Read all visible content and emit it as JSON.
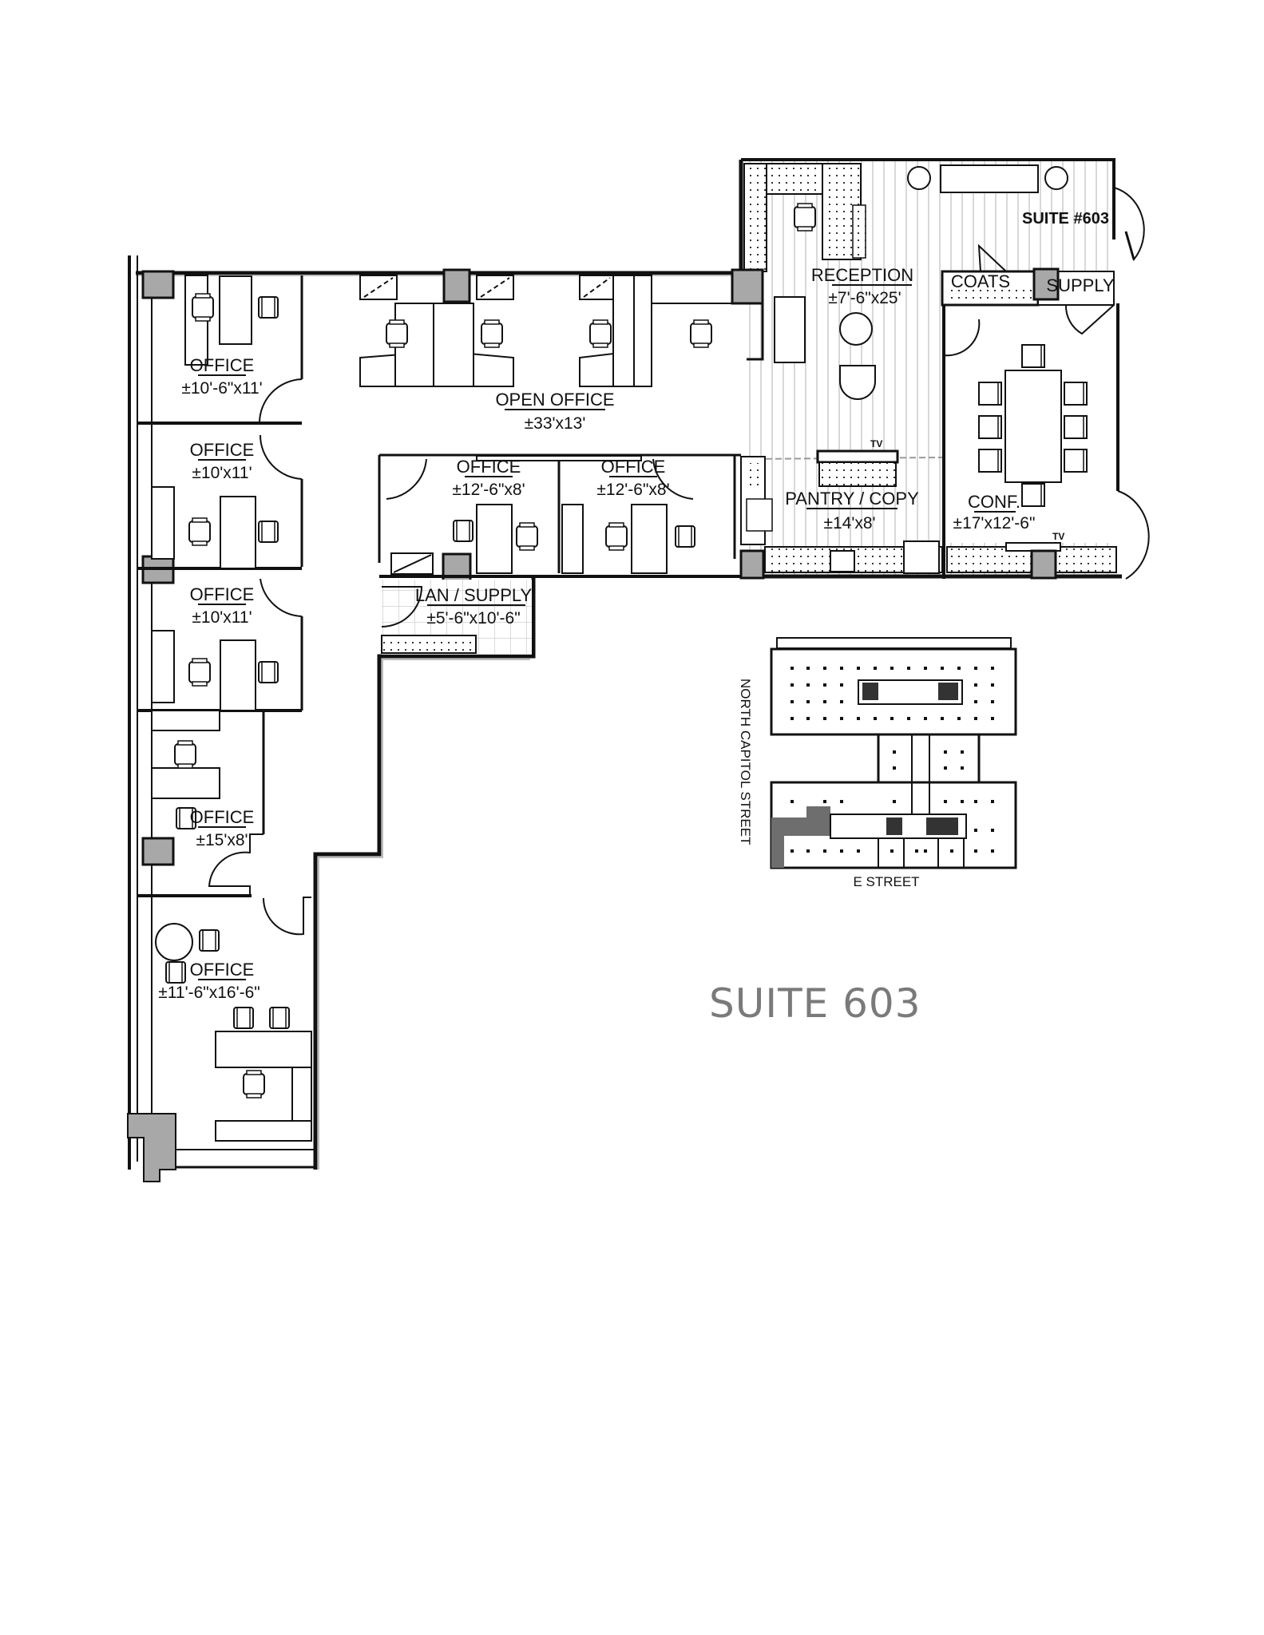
{
  "plan": {
    "suite_label": "SUITE #603",
    "caption": "SUITE 603",
    "colors": {
      "column": "#a8a8a8",
      "wall": "#111111",
      "wall_fill": "#bbbbbb",
      "caption": "#7a7a7a",
      "stripe": "#d8d8d8"
    },
    "rooms": [
      {
        "name": "OFFICE",
        "dim": "±10'-6\"x11'"
      },
      {
        "name": "OPEN OFFICE",
        "dim": "±33'x13'"
      },
      {
        "name": "OFFICE",
        "dim": "±10'x11'"
      },
      {
        "name": "OFFICE",
        "dim": "±10'x11'"
      },
      {
        "name": "OFFICE",
        "dim": "±15'x8'"
      },
      {
        "name": "OFFICE",
        "dim": "±11'-6\"x16'-6\""
      },
      {
        "name": "OFFICE",
        "dim": "±12'-6\"x8'"
      },
      {
        "name": "OFFICE",
        "dim": "±12'-6\"x8'"
      },
      {
        "name": "LAN / SUPPLY",
        "dim": "±5'-6\"x10'-6\""
      },
      {
        "name": "RECEPTION",
        "dim": "±7'-6\"x25'"
      },
      {
        "name": "PANTRY / COPY",
        "dim": "±14'x8'"
      },
      {
        "name": "CONF.",
        "dim": "±17'x12'-6\""
      },
      {
        "name": "COATS",
        "dim": ""
      },
      {
        "name": "SUPPLY",
        "dim": ""
      }
    ],
    "tv_labels": [
      "TV",
      "TV"
    ]
  },
  "keyplan": {
    "street_left": "NORTH CAPITOL STREET",
    "street_bottom": "E STREET",
    "highlight_color": "#6e6e6e"
  }
}
